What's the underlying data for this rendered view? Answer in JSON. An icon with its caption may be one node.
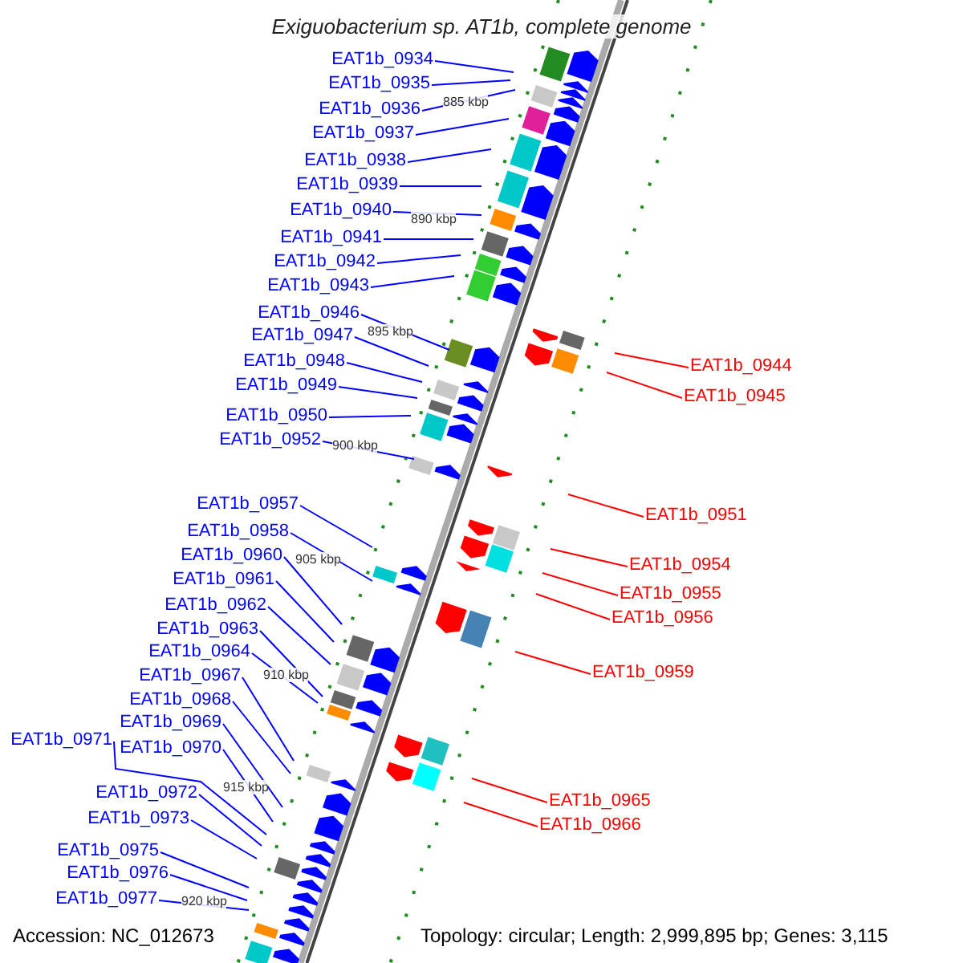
{
  "diagram": {
    "title": "Exiguobacterium sp. AT1b, complete genome",
    "nodes": [
      {
        "text": [
          "EAT1b_0934"
        ]
      },
      {
        "text": [
          "EAT1b_0935"
        ]
      },
      {
        "text": [
          "EAT1b_0936"
        ]
      },
      {
        "text": [
          "EAT1b_0937"
        ]
      },
      {
        "text": [
          "EAT1b_0938"
        ]
      },
      {
        "text": [
          "EAT1b_0939"
        ]
      },
      {
        "text": [
          "EAT1b_0940"
        ]
      },
      {
        "text": [
          "EAT1b_0941"
        ]
      },
      {
        "text": [
          "EAT1b_0942"
        ]
      },
      {
        "text": [
          "EAT1b_0943"
        ]
      },
      {
        "text": [
          "EAT1b_0946"
        ]
      },
      {
        "text": [
          "EAT1b_0947"
        ]
      },
      {
        "text": [
          "EAT1b_0948"
        ]
      },
      {
        "text": [
          "EAT1b_0949"
        ]
      },
      {
        "text": [
          "EAT1b_0950"
        ]
      },
      {
        "text": [
          "EAT1b_0952"
        ]
      },
      {
        "text": [
          "EAT1b_0957"
        ]
      },
      {
        "text": [
          "EAT1b_0958"
        ]
      },
      {
        "text": [
          "EAT1b_0960"
        ]
      },
      {
        "text": [
          "EAT1b_0961"
        ]
      },
      {
        "text": [
          "EAT1b_0962"
        ]
      },
      {
        "text": [
          "EAT1b_0963"
        ]
      },
      {
        "text": [
          "EAT1b_0964"
        ]
      },
      {
        "text": [
          "EAT1b_0967"
        ]
      },
      {
        "text": [
          "EAT1b_0968"
        ]
      },
      {
        "text": [
          "EAT1b_0969"
        ]
      },
      {
        "text": [
          "EAT1b_0971"
        ]
      },
      {
        "text": [
          "EAT1b_0970"
        ]
      },
      {
        "text": [
          "EAT1b_0972"
        ]
      },
      {
        "text": [
          "EAT1b_0973"
        ]
      },
      {
        "text": [
          "EAT1b_0975"
        ]
      },
      {
        "text": [
          "EAT1b_0976"
        ]
      },
      {
        "text": [
          "EAT1b_0977"
        ]
      },
      {
        "text": [
          "EAT1b_0944"
        ]
      },
      {
        "text": [
          "EAT1b_0945"
        ]
      },
      {
        "text": [
          "EAT1b_0951"
        ]
      },
      {
        "text": [
          "EAT1b_0954"
        ]
      },
      {
        "text": [
          "EAT1b_0955"
        ]
      },
      {
        "text": [
          "EAT1b_0956"
        ]
      },
      {
        "text": [
          "EAT1b_0959"
        ]
      },
      {
        "text": [
          "EAT1b_0965"
        ]
      },
      {
        "text": [
          "EAT1b_0966"
        ]
      }
    ],
    "edges": [
      {
        "from": 0,
        "to": null,
        "arrow": "none"
      },
      {
        "from": 1,
        "to": null,
        "arrow": "none"
      },
      {
        "from": 2,
        "to": null,
        "arrow": "none"
      },
      {
        "from": 3,
        "to": null,
        "arrow": "none"
      },
      {
        "from": 4,
        "to": null,
        "arrow": "none"
      },
      {
        "from": 5,
        "to": null,
        "arrow": "none"
      },
      {
        "from": 6,
        "to": null,
        "arrow": "none"
      },
      {
        "from": 7,
        "to": null,
        "arrow": "none"
      },
      {
        "from": 8,
        "to": null,
        "arrow": "none"
      },
      {
        "from": 9,
        "to": null,
        "arrow": "none"
      },
      {
        "from": 10,
        "to": null,
        "arrow": "none"
      },
      {
        "from": 11,
        "to": null,
        "arrow": "none"
      },
      {
        "from": 12,
        "to": null,
        "arrow": "none"
      },
      {
        "from": 13,
        "to": null,
        "arrow": "none"
      },
      {
        "from": 14,
        "to": null,
        "arrow": "none"
      },
      {
        "from": 15,
        "to": null,
        "arrow": "none"
      },
      {
        "from": 16,
        "to": null,
        "arrow": "none"
      },
      {
        "from": 17,
        "to": null,
        "arrow": "none"
      },
      {
        "from": 18,
        "to": null,
        "arrow": "none"
      },
      {
        "from": 19,
        "to": null,
        "arrow": "none"
      },
      {
        "from": 20,
        "to": null,
        "arrow": "none"
      },
      {
        "from": 21,
        "to": null,
        "arrow": "none"
      },
      {
        "from": 22,
        "to": null,
        "arrow": "none"
      },
      {
        "from": 23,
        "to": null,
        "arrow": "none"
      },
      {
        "from": 24,
        "to": null,
        "arrow": "none"
      },
      {
        "from": 25,
        "to": null,
        "arrow": "none"
      },
      {
        "from": 26,
        "to": null,
        "arrow": "none"
      },
      {
        "from": 27,
        "to": null,
        "arrow": "none"
      },
      {
        "from": 28,
        "to": null,
        "arrow": "none"
      },
      {
        "from": 29,
        "to": null,
        "arrow": "none"
      },
      {
        "from": 30,
        "to": null,
        "arrow": "none"
      },
      {
        "from": 31,
        "to": null,
        "arrow": "none"
      },
      {
        "from": 32,
        "to": null,
        "arrow": "none"
      },
      {
        "from": 33,
        "to": null,
        "arrow": "none",
        "color": "#ff0000"
      },
      {
        "from": 34,
        "to": null,
        "arrow": "none",
        "color": "#ff0000"
      },
      {
        "from": 35,
        "to": null,
        "arrow": "none",
        "color": "#ff0000"
      },
      {
        "from": 36,
        "to": null,
        "arrow": "none",
        "color": "#ff0000"
      },
      {
        "from": 37,
        "to": null,
        "arrow": "none",
        "color": "#ff0000"
      },
      {
        "from": 38,
        "to": null,
        "arrow": "none",
        "color": "#ff0000"
      },
      {
        "from": 39,
        "to": null,
        "arrow": "none",
        "color": "#ff0000"
      },
      {
        "from": 40,
        "to": null,
        "arrow": "none",
        "color": "#ff0000"
      },
      {
        "from": 41,
        "to": null,
        "arrow": "none",
        "color": "#ff0000"
      }
    ],
    "labels": [
      "885 kbp",
      "890 kbp",
      "895 kbp",
      "900 kbp",
      "905 kbp",
      "910 kbp",
      "915 kbp",
      "920 kbp",
      "Accession: NC_012673",
      "Topology: circular; Length: 2,999,895 bp; Genes: 3,115"
    ]
  }
}
